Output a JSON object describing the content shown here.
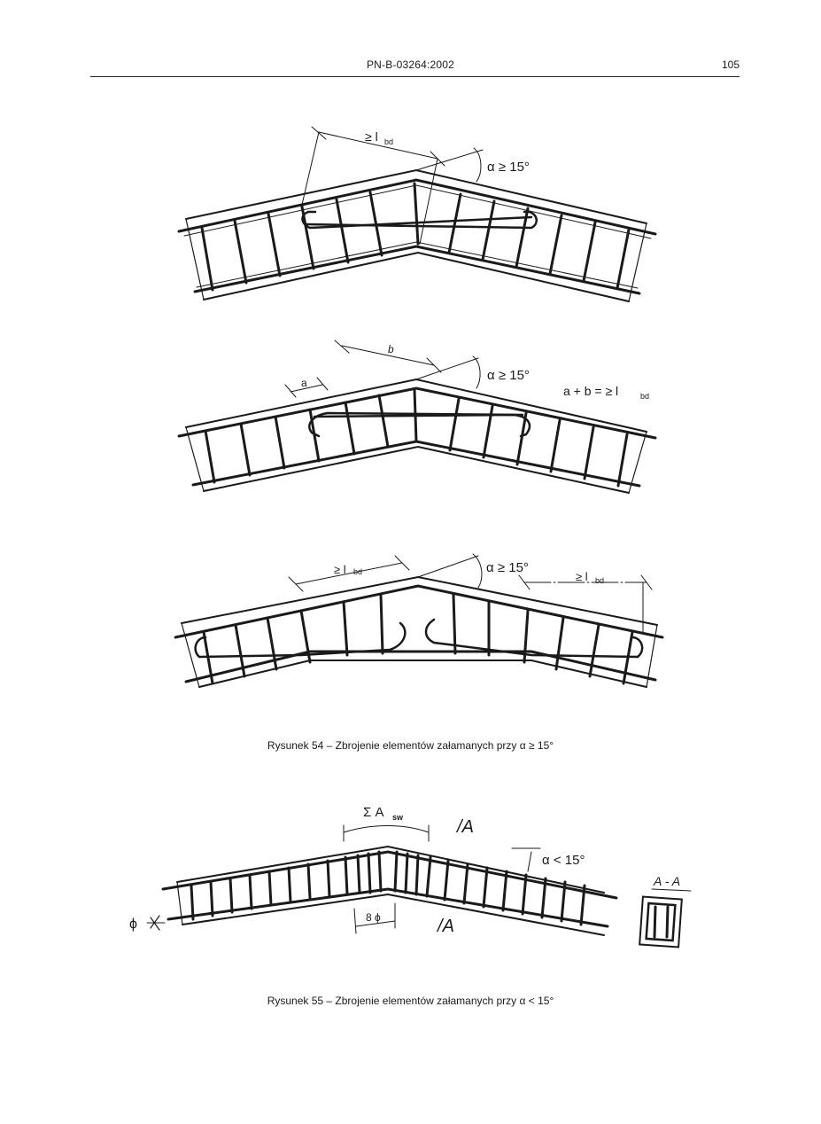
{
  "header": {
    "standard": "PN-B-03264:2002",
    "page_number": "105"
  },
  "figure54": {
    "caption": "Rysunek 54 – Zbrojenie elementów załamanych przy α ≥ 15°",
    "panel_top": {
      "anchorage_label": "≥ l",
      "anchorage_sub": "bd",
      "angle_label": "α ≥ 15°"
    },
    "panel_middle": {
      "dim_a": "a",
      "dim_b": "b",
      "angle_label": "α ≥ 15°",
      "formula": "a + b = ≥ l",
      "formula_sub": "bd"
    },
    "panel_bottom": {
      "left_label": "≥ l",
      "left_sub": "bd",
      "right_label": "≥ l",
      "right_sub": "bd",
      "angle_label": "α ≥ 15°"
    }
  },
  "figure55": {
    "caption": "Rysunek 55 – Zbrojenie elementów załamanych przy α < 15°",
    "sum_label": "Σ A",
    "sum_sub": "sw",
    "section_mark_top": "A",
    "section_mark_bottom": "A",
    "angle_label": "α < 15°",
    "spacing_label": "8 ϕ",
    "bar_diameter": "ϕ",
    "section_title": "A - A"
  }
}
